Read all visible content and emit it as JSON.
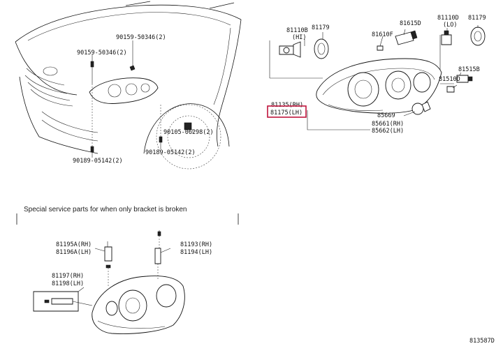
{
  "callouts": {
    "c90159_50346_2_top": "90159-50346(2)",
    "c90159_50346_2_left": "90159-50346(2)",
    "c90105_06298_2": "90105-06298(2)",
    "c90189_05142_2_right": "90189-05142(2)",
    "c90189_05142_2_bottom": "90189-05142(2)",
    "c81110B": "81110B",
    "c81110B_sub": "(HI)",
    "c81179_a": "81179",
    "c81610F": "81610F",
    "c81615D": "81615D",
    "c81110D": "81110D",
    "c81110D_sub": "(LO)",
    "c81179_b": "81179",
    "c81515B": "81515B",
    "c81510D": "81510D",
    "c81135": "81135(RH)",
    "c81175": "81175(LH)",
    "c85669": "85669",
    "c85661": "85661(RH)",
    "c85662": "85662(LH)",
    "c81195A": "81195A(RH)",
    "c81196A": "81196A(LH)",
    "c81193": "81193(RH)",
    "c81194": "81194(LH)",
    "c81197": "81197(RH)",
    "c81198": "81198(LH)"
  },
  "note": "Special service parts for when only bracket is broken",
  "diagram_id": "813587D",
  "highlight_color": "#c0143c"
}
